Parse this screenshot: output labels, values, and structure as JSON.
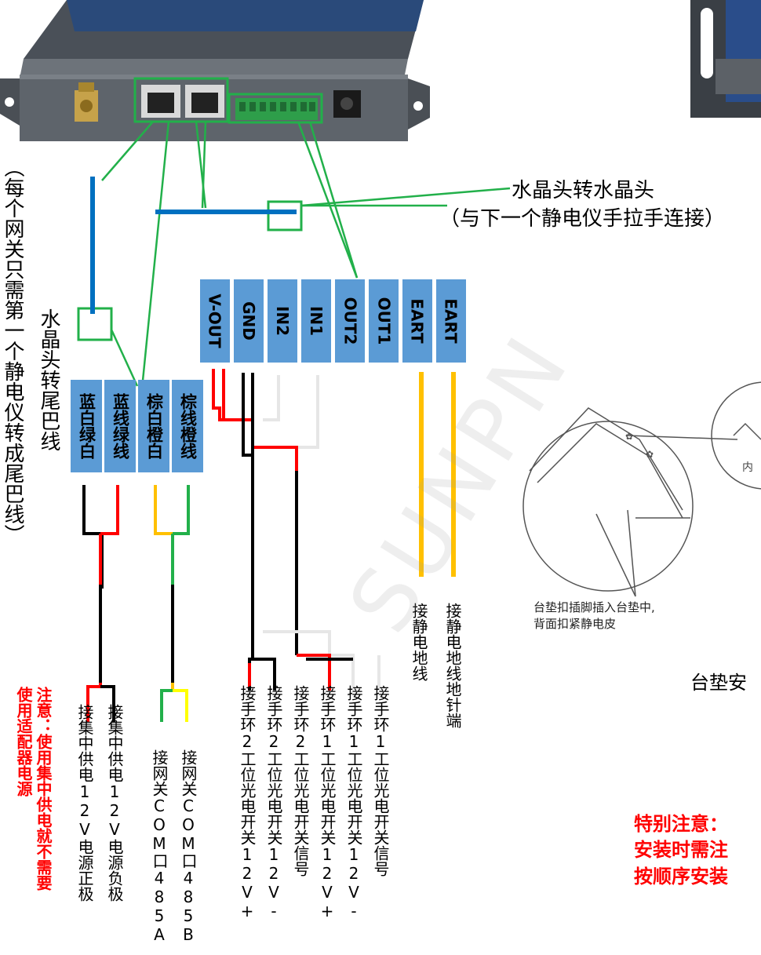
{
  "terminals": [
    "V-OUT",
    "GND",
    "IN2",
    "IN1",
    "OUT2",
    "OUT1",
    "EART",
    "EART"
  ],
  "wire_colors_boxes": [
    "蓝白绿白",
    "蓝线绿线",
    "棕白橙白",
    "棕线橙线"
  ],
  "crystal_label_right": {
    "line1": "水晶头转水晶头",
    "line2": "（与下一个静电仪手拉手连接）"
  },
  "crystal_label_left": "水晶头转尾巴线",
  "gateway_note": "（每个网关只需第一个静电仪转成尾巴线）",
  "bottom_labels": {
    "power_pos": "接集中供电12V电源正极",
    "power_neg": "接集中供电12V电源负极",
    "com_a": "接网关COM口485A",
    "com_b": "接网关COM口485B",
    "ws2_pos": "接手环2工位光电开关12V+",
    "ws2_neg": "接手环2工位光电开关12V-",
    "ws2_sig": "接手环2工位光电开关信号",
    "ws1_pos": "接手环1工位光电开关12V+",
    "ws1_neg": "接手环1工位光电开关12V-",
    "ws1_sig": "接手环1工位光电开关信号",
    "ground_wire": "接静电地线",
    "ground_pin": "接静电地线地针端"
  },
  "note_red_1": "注意：使用集中供电就不需要",
  "note_red_2": "使用适配器电源",
  "mat_caption": {
    "line1": "台垫扣插脚插入台垫中,",
    "line2": "背面扣紧静电皮"
  },
  "mat_detail_text": "内",
  "mat_install_title": "台垫安",
  "special_note": {
    "line1": "特别注意：",
    "line2": "安装时需注",
    "line3": "按顺序安装"
  },
  "watermark": "SUNPN",
  "colors": {
    "terminal_blue": "#5b9bd5",
    "wire_blue": "#0070c0",
    "wire_green": "#22b04a",
    "wire_red": "#ff0000",
    "wire_yellow": "#ffc000",
    "note_red": "#ff0000"
  }
}
